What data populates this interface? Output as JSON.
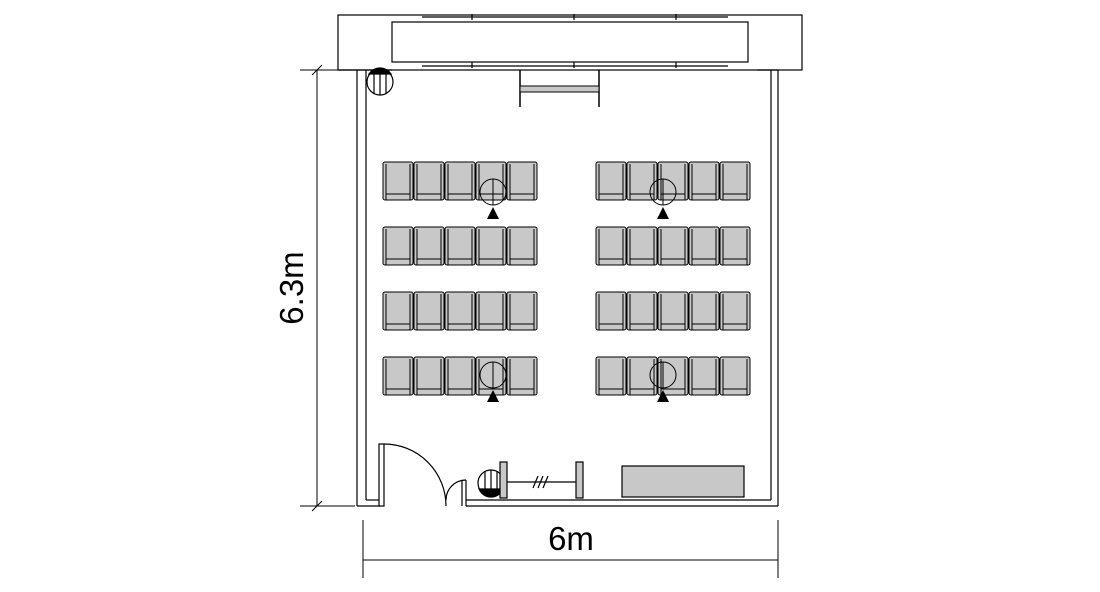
{
  "dimensions": {
    "width_label": "6m",
    "height_label": "6.3m"
  },
  "seating": {
    "blocks": [
      "left",
      "right"
    ],
    "rows_per_block": 4,
    "seats_per_row": 5
  },
  "colors": {
    "line": "#000000",
    "seat_fill": "#c8c8c8",
    "floor": "#ffffff"
  },
  "icons": [
    "speaker-icon",
    "camera-icon",
    "door-swing-icon"
  ]
}
